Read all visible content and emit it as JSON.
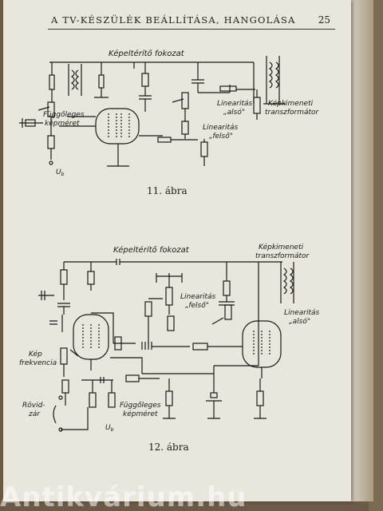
{
  "header": {
    "running_title": "A TV-KÉSZÜLÉK BEÁLLÍTÁSA, HANGOLÁSA",
    "page_number": "25"
  },
  "figure1": {
    "caption": "11. ábra",
    "labels": {
      "kepelteritio": "Képeltérítő fokozat",
      "fuggoleges_1": "Függőleges",
      "fuggoleges_2": "képméret",
      "linearitas_also_1": "Linearitás",
      "linearitas_also_2": "„alsó\"",
      "linearitas_felso_1": "Linearitás",
      "linearitas_felso_2": "„felső\"",
      "kepkimeneti_1": "Képkimeneti",
      "kepkimeneti_2": "transzformátor",
      "ub": "U",
      "ub_sub": "b"
    }
  },
  "figure2": {
    "caption": "12. ábra",
    "labels": {
      "kepelteritio": "Képeltérítő fokozat",
      "kepkimeneti_1": "Képkimeneti",
      "kepkimeneti_2": "transzformátor",
      "linearitas_felso_1": "Linearitás",
      "linearitas_felso_2": "„felső\"",
      "linearitas_also_1": "Linearitás",
      "linearitas_also_2": "„alsó\"",
      "kep_1": "Kép",
      "kep_2": "frekvencia",
      "rovidzar_1": "Rövid-",
      "rovidzar_2": "zár",
      "fuggoleges_1": "Függőleges",
      "fuggoleges_2": "képméret",
      "ub": "U",
      "ub_sub": "b"
    }
  },
  "watermark": "Antikvárium.hu",
  "colors": {
    "paper": "#e9e6dc",
    "ink": "#1a1a1a",
    "background": "#6b5a45"
  }
}
